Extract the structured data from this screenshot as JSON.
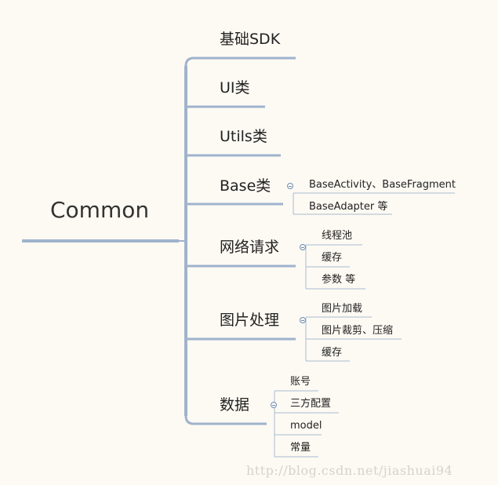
{
  "root": {
    "label": "Common"
  },
  "branches": [
    {
      "label": "基础SDK",
      "children": []
    },
    {
      "label": "UI类",
      "children": []
    },
    {
      "label": "Utils类",
      "children": []
    },
    {
      "label": "Base类",
      "children": [
        "BaseActivity、BaseFragment",
        "BaseAdapter 等"
      ]
    },
    {
      "label": "网络请求",
      "children": [
        "线程池",
        "缓存",
        "参数 等"
      ]
    },
    {
      "label": "图片处理",
      "children": [
        "图片加载",
        "图片裁剪、压缩",
        "缓存"
      ]
    },
    {
      "label": "数据",
      "children": [
        "账号",
        "三方配置",
        "model",
        "常量"
      ]
    }
  ],
  "watermark": "http://blog.csdn.net/jiashuai94",
  "colors": {
    "line": "#9fb3cc",
    "leaf_line": "#a9b9cf",
    "background": "#fdfaf3"
  }
}
